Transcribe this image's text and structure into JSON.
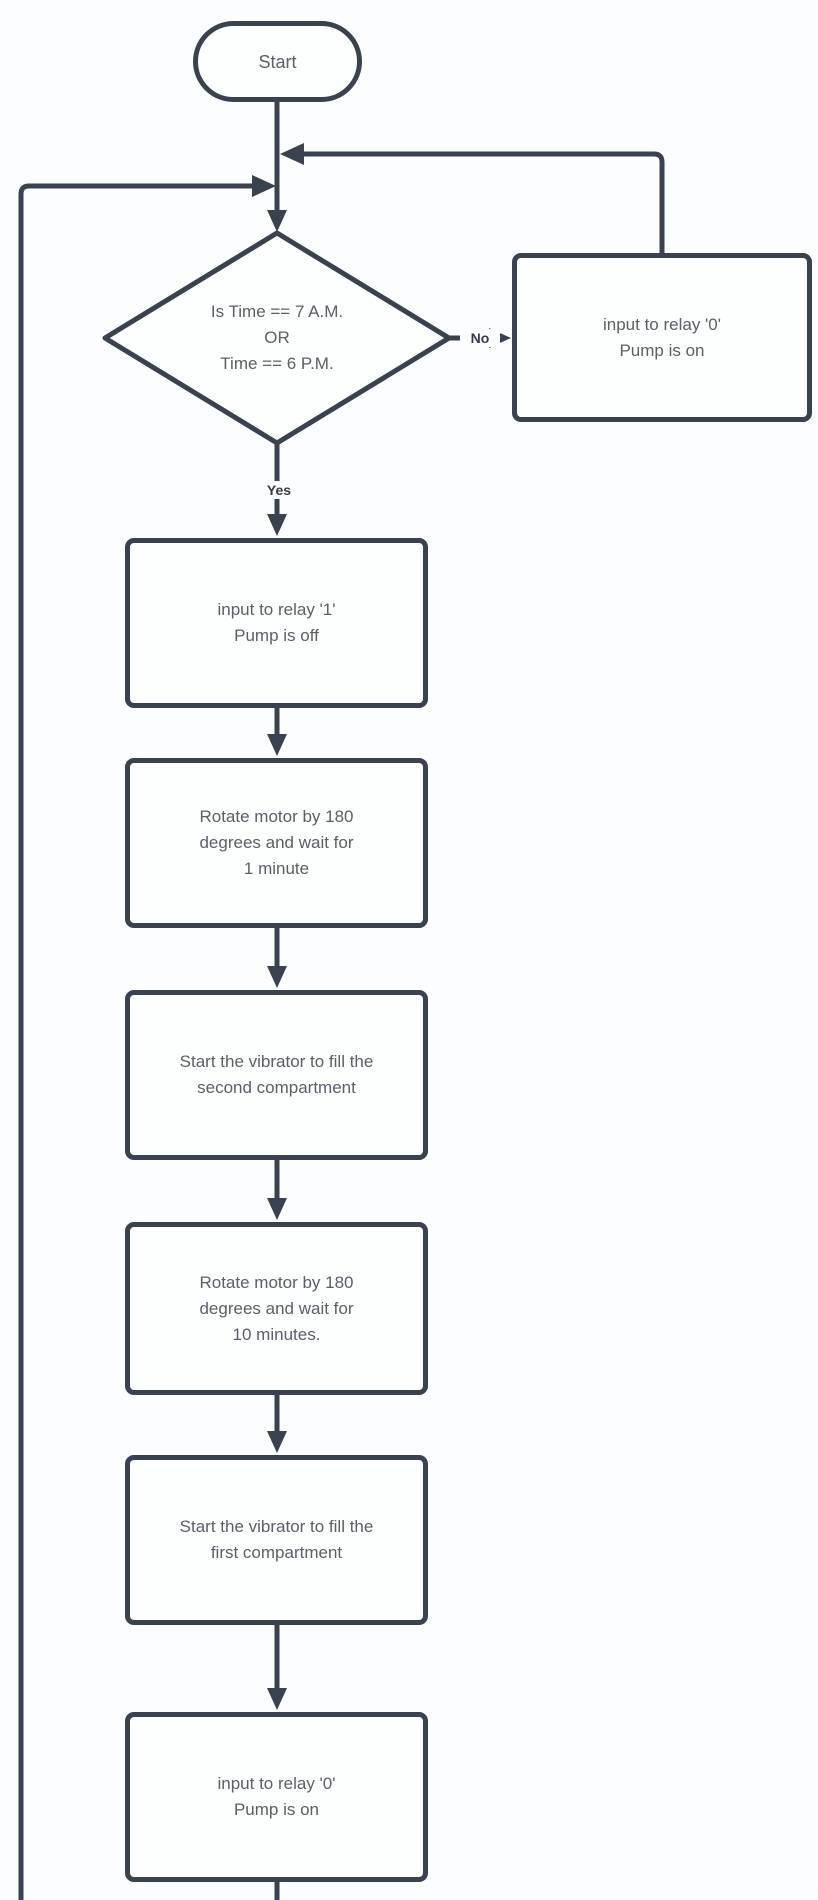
{
  "diagram": {
    "title": "pump-scheduler-flowchart",
    "nodes": {
      "start": {
        "type": "terminator",
        "label": "Start"
      },
      "decision": {
        "type": "decision",
        "label": "Is Time == 7 A.M.\nOR\nTime == 6 P.M."
      },
      "relay0_pump_on_loop": {
        "type": "process",
        "label": "input to relay '0'\nPump is on"
      },
      "relay1_pump_off": {
        "type": "process",
        "label": "input to relay '1'\nPump is off"
      },
      "rotate_motor_1_min": {
        "type": "process",
        "label": "Rotate motor by 180\ndegrees and wait for\n1 minute"
      },
      "vibrator_second_compartment": {
        "type": "process",
        "label": "Start the vibrator to fill the\nsecond compartment"
      },
      "rotate_motor_10_min": {
        "type": "process",
        "label": "Rotate motor by 180\ndegrees and wait for\n10 minutes."
      },
      "vibrator_first_compartment": {
        "type": "process",
        "label": "Start the vibrator to fill the\nfirst compartment"
      },
      "relay0_pump_on_bottom": {
        "type": "process",
        "label": "input to relay '0'\nPump is on"
      }
    },
    "edge_labels": {
      "yes": "Yes",
      "no": "No"
    },
    "colors": {
      "stroke": "#3a414f",
      "text": "#5a6069",
      "edge_label_text": "#353c49",
      "node_fill": "#fdfefe",
      "background": "#fcfdfe"
    }
  }
}
